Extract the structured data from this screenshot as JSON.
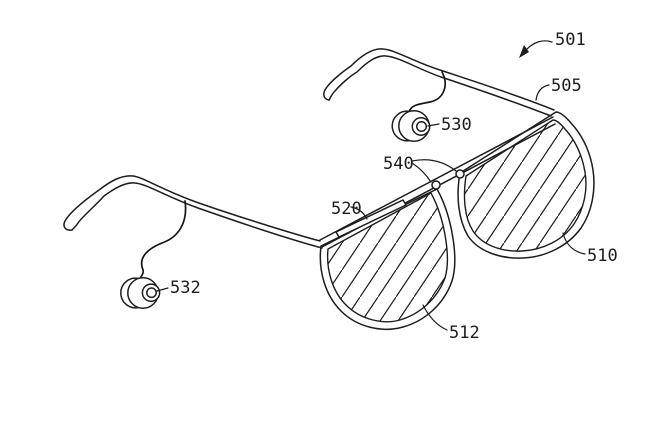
{
  "figure": {
    "colors": {
      "background": "#ffffff",
      "ink": "#1d1d1d"
    },
    "labels": {
      "ref_501": "501",
      "ref_505": "505",
      "ref_530": "530",
      "ref_540": "540",
      "ref_520": "520",
      "ref_510": "510",
      "ref_512": "512",
      "ref_532": "532"
    }
  }
}
